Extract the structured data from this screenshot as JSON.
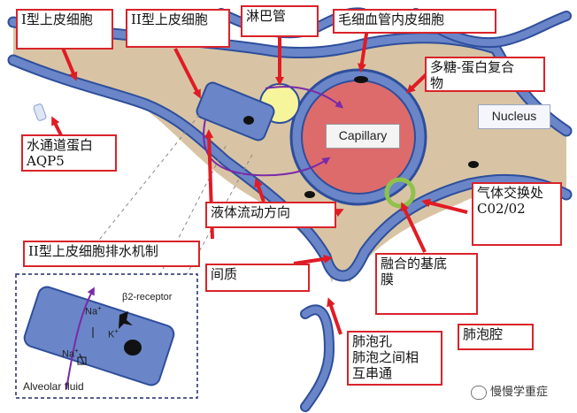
{
  "labels": {
    "type1_cell": "I型上皮细胞",
    "type2_cell": "II型上皮细胞",
    "lymph": "淋巴管",
    "endothelial": "毛细血管内皮细胞",
    "glycoprotein": "多糖-蛋白复合\n物",
    "nucleus": "Nucleus",
    "aqp5": "水通道蛋白\nAQP5",
    "capillary": "Capillary",
    "flow": "液体流动方向",
    "gas": "气体交换处\nC02/02",
    "type2_drain": "II型上皮细胞排水机制",
    "interstitium": "间质",
    "basement": "融合的基底\n膜",
    "alveolus": "肺泡腔",
    "pores": "肺泡孔\n肺泡之间相\n互串通"
  },
  "inset": {
    "na_top": "Na",
    "plus": "+",
    "k": "K",
    "beta_receptor": "β2-receptor",
    "na_bottom": "Na",
    "alveolar_fluid": "Alveolar fluid"
  },
  "watermark": "慢慢学重症",
  "colors": {
    "label_border": "#d9232a",
    "arrow": "#e01b24",
    "interstitium": "#d8c4a4",
    "membrane": "#6a86c8",
    "membrane_edge": "#2e4e9c",
    "capillary": "#de6b6b",
    "lymph": "#f7f59c",
    "flow_arrow": "#7a2aa8",
    "gas_ring": "#8fc24a"
  }
}
